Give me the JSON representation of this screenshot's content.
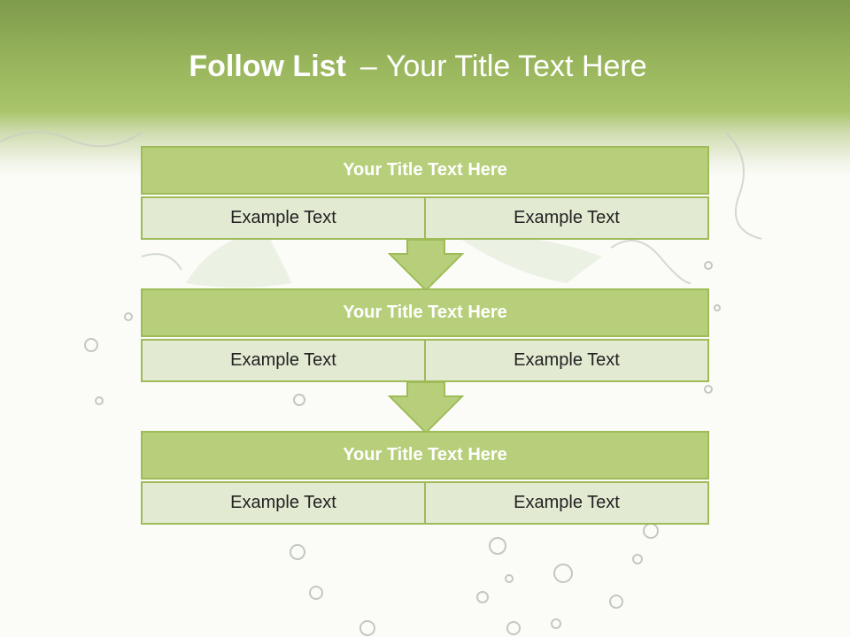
{
  "slide": {
    "title_bold": "Follow List",
    "title_dash": "–",
    "title_rest": "Your Title Text Here"
  },
  "steps": [
    {
      "title": "Your Title Text Here",
      "left": "Example Text",
      "right": "Example Text"
    },
    {
      "title": "Your Title Text Here",
      "left": "Example Text",
      "right": "Example Text"
    },
    {
      "title": "Your Title Text Here",
      "left": "Example Text",
      "right": "Example Text"
    }
  ],
  "colors": {
    "header_green": "#98b55c",
    "box_head": "#b7cf7b",
    "box_border": "#9fbb58",
    "box_cell": "#e2ead2",
    "arrow_fill": "#b7cf7b"
  }
}
